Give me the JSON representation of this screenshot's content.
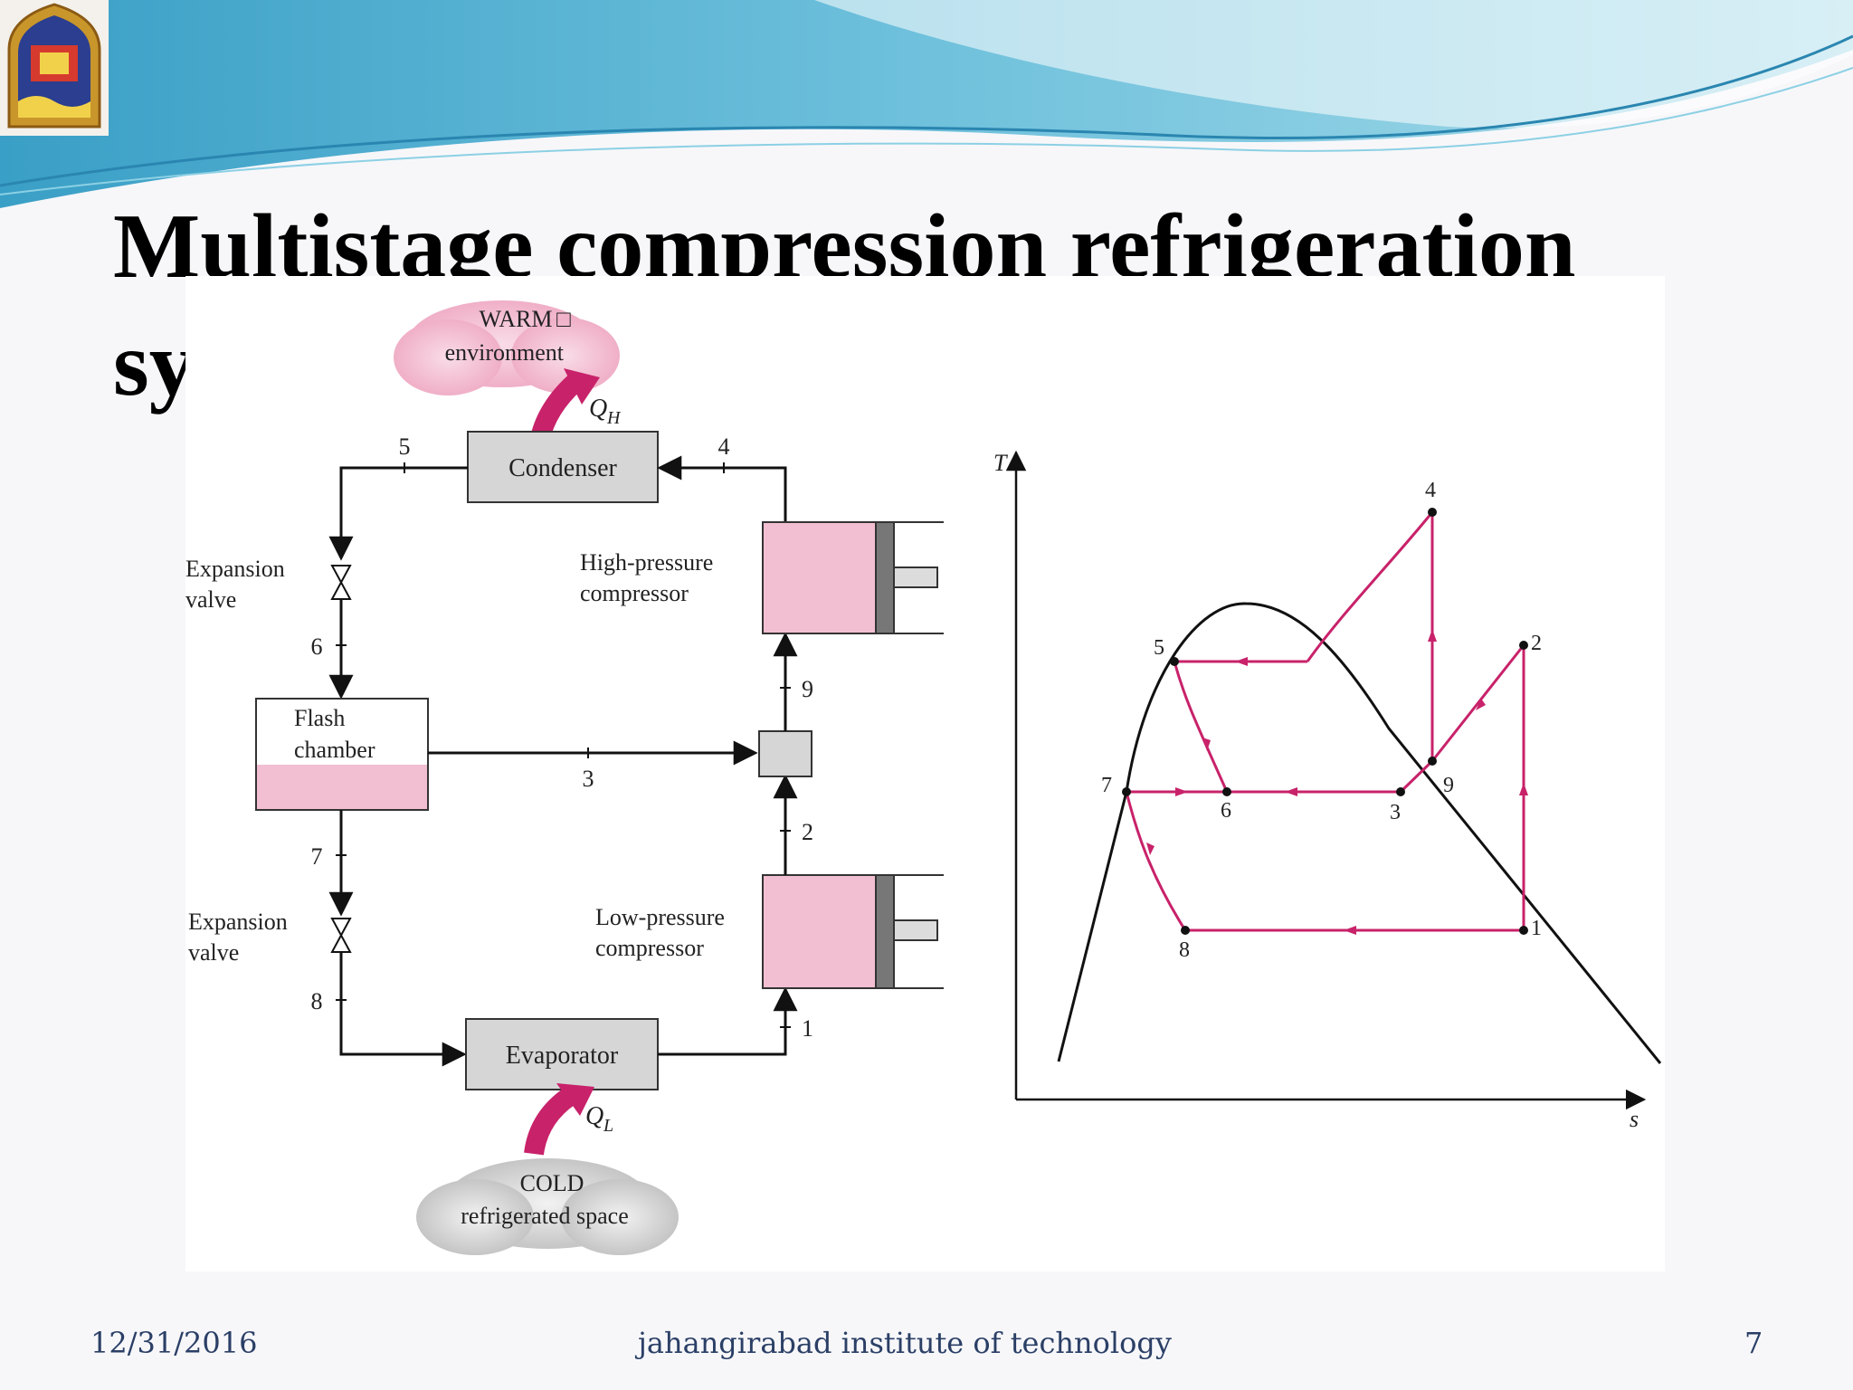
{
  "slide": {
    "title": "Multistage compression refrigeration system"
  },
  "figure": {
    "schematic": {
      "warm_cloud_line1": "WARM",
      "warm_cloud_line2": "environment",
      "cold_cloud_line1": "COLD",
      "cold_cloud_line2": "refrigerated space",
      "q_h": "Q",
      "q_h_sub": "H",
      "q_l": "Q",
      "q_l_sub": "L",
      "condenser": "Condenser",
      "evaporator": "Evaporator",
      "flash_chamber_line1": "Flash",
      "flash_chamber_line2": "chamber",
      "expansion_valve_top_line1": "Expansion",
      "expansion_valve_top_line2": "valve",
      "expansion_valve_bottom_line1": "Expansion",
      "expansion_valve_bottom_line2": "valve",
      "hp_compressor_line1": "High-pressure",
      "hp_compressor_line2": "compressor",
      "lp_compressor_line1": "Low-pressure",
      "lp_compressor_line2": "compressor",
      "state_labels": [
        "1",
        "2",
        "3",
        "4",
        "5",
        "6",
        "7",
        "8",
        "9"
      ]
    },
    "ts_diagram": {
      "y_axis_label": "T",
      "x_axis_label": "s",
      "state_points": [
        "1",
        "2",
        "3",
        "4",
        "5",
        "6",
        "7",
        "8",
        "9"
      ]
    },
    "colors": {
      "process_line": "#c8226a",
      "fill_pink": "#f2bfd2",
      "component_grey": "#d6d6d6"
    }
  },
  "footer": {
    "date": "12/31/2016",
    "institution": "jahangirabad institute of technology",
    "page_number": "7"
  }
}
